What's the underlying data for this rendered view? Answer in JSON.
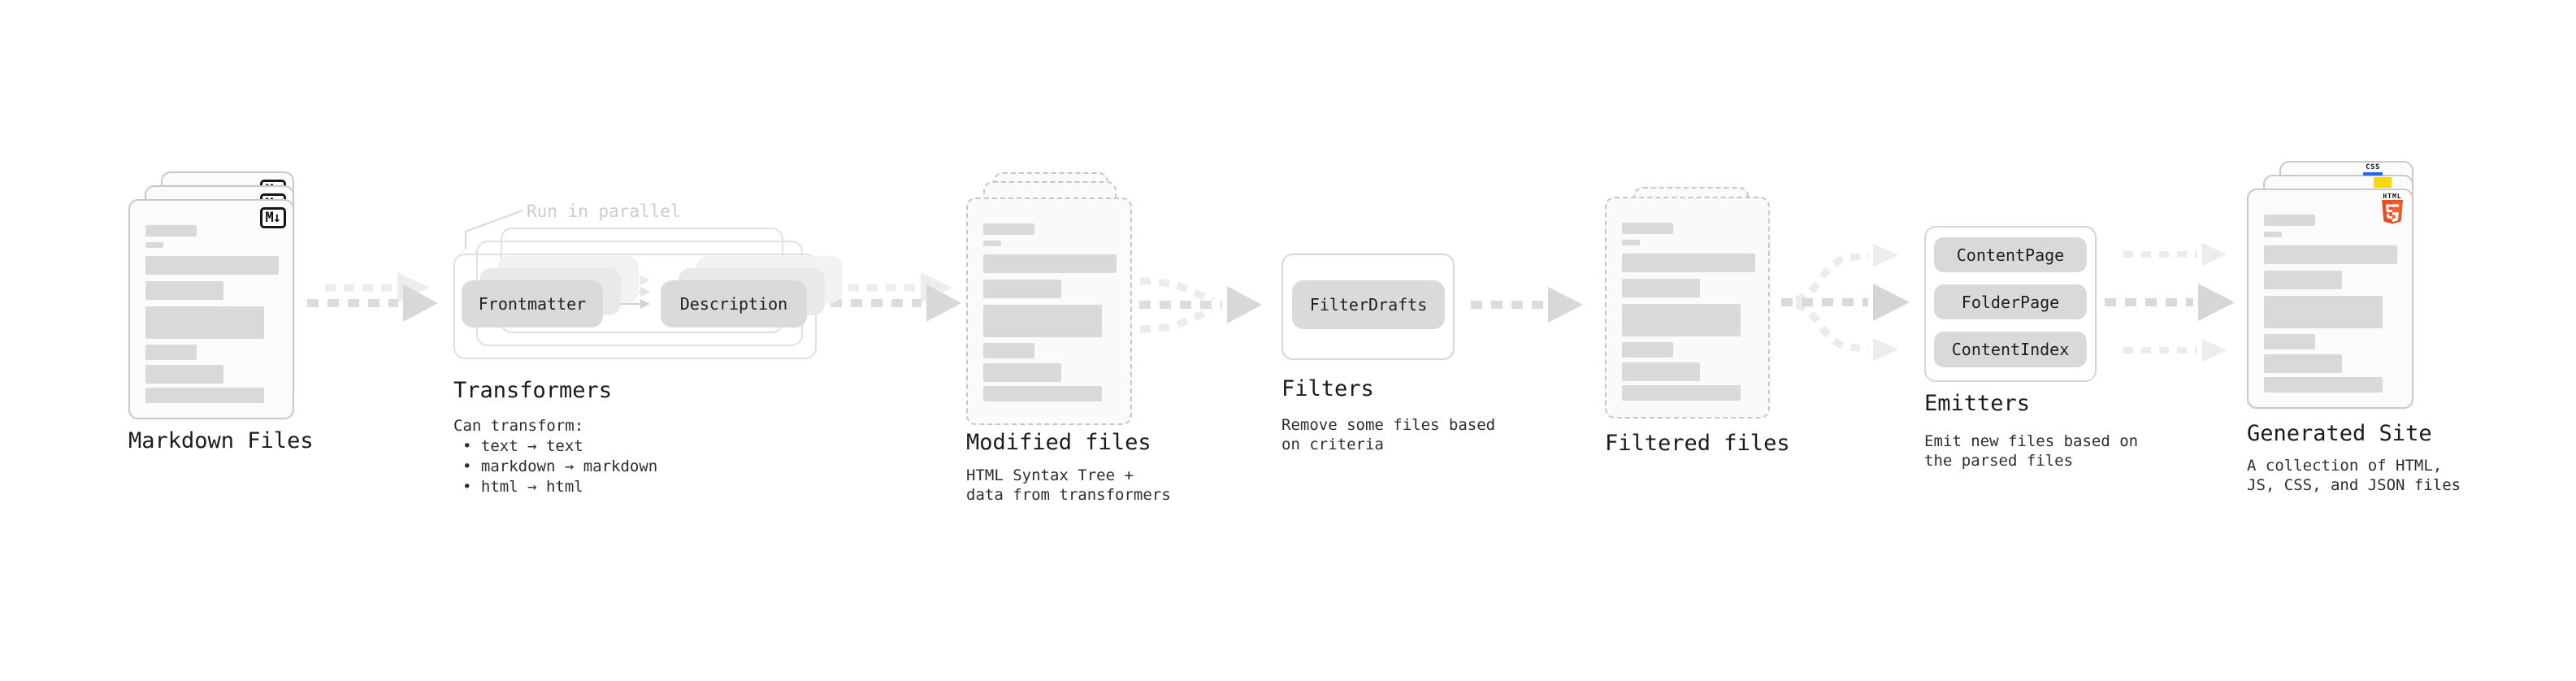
{
  "pipeline": {
    "markdown_files": {
      "label": "Markdown Files",
      "badge": "M↓"
    },
    "transformers": {
      "label": "Transformers",
      "note": "Run in parallel",
      "pill_from": "Frontmatter",
      "pill_to": "Description",
      "description_heading": "Can transform:",
      "bullets": [
        "• text → text",
        "• markdown → markdown",
        "• html → html"
      ]
    },
    "modified_files": {
      "label": "Modified files",
      "description_line1": "HTML Syntax Tree +",
      "description_line2": "data from transformers"
    },
    "filters": {
      "label": "Filters",
      "pill": "FilterDrafts",
      "description_line1": "Remove some files based",
      "description_line2": "on criteria"
    },
    "filtered_files": {
      "label": "Filtered files"
    },
    "emitters": {
      "label": "Emitters",
      "pills": [
        "ContentPage",
        "FolderPage",
        "ContentIndex"
      ],
      "description_line1": "Emit new files based on",
      "description_line2": "the parsed files"
    },
    "generated_site": {
      "label": "Generated Site",
      "description_line1": "A collection of HTML,",
      "description_line2": "JS, CSS, and JSON files",
      "html5_badge_text": "HTML",
      "css_badge_text": "CSS"
    },
    "colors": {
      "html5_orange": "#E34F26",
      "html5_orange_light": "#F06529",
      "js_yellow": "#F5D90A",
      "css_blue": "#2D63F1",
      "placeholder_bar_gray": "#D9D9D9",
      "card_border_gray": "#C9C9C9",
      "arrow_gray": "#D8D8D8",
      "arrow_light_gray": "#ECECEC",
      "note_gray": "#CBCBCB"
    }
  }
}
